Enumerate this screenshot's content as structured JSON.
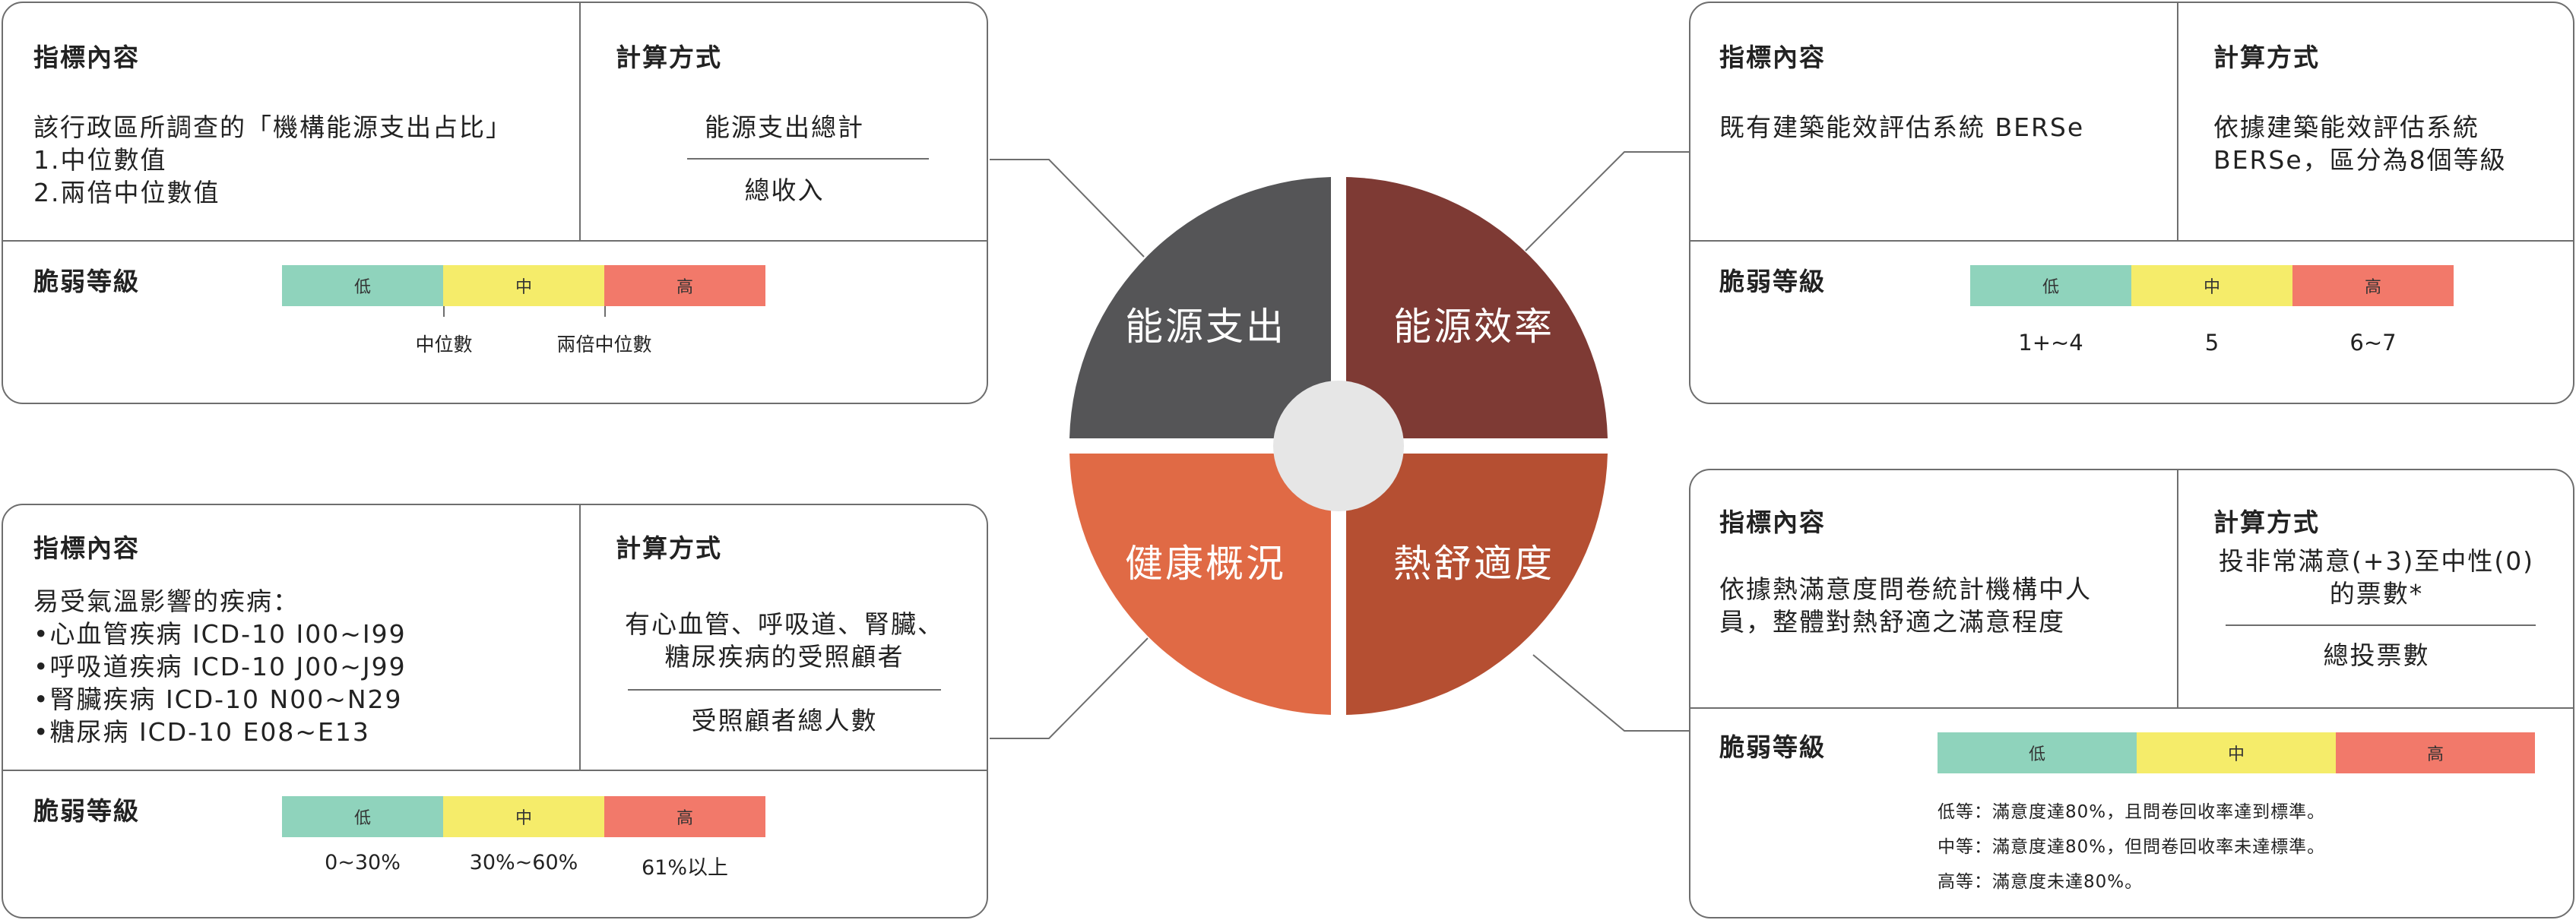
{
  "colors": {
    "low": "#8fd3bc",
    "mid": "#f5ec6a",
    "high": "#f2796a",
    "energy_cost": "#555557",
    "energy_efficiency": "#7e3a34",
    "health": "#e06a45",
    "thermal": "#b54f32",
    "hub": "#e6e6e6"
  },
  "wheel": {
    "q1": "能源支出",
    "q2": "能源效率",
    "q3": "健康概況",
    "q4": "熱舒適度"
  },
  "common": {
    "indicator": "指標內容",
    "method": "計算方式",
    "vulnerability": "脆弱等級",
    "low": "低",
    "mid": "中",
    "high": "高"
  },
  "card1": {
    "content": [
      "該行政區所調查的「機構能源支出占比」",
      "1.中位數值",
      "2.兩倍中位數值"
    ],
    "numerator": "能源支出總計",
    "denominator": "總收入",
    "tick1": "中位數",
    "tick2": "兩倍中位數"
  },
  "card2": {
    "content": "既有建築能效評估系統 BERSe",
    "method": [
      "依據建築能效評估系統",
      "BERSe，區分為8個等級"
    ],
    "label_low": "1+~4",
    "label_mid": "5",
    "label_high": "6~7"
  },
  "card3": {
    "content": [
      "易受氣溫影響的疾病：",
      "•心血管疾病 ICD-10 I00~I99",
      "•呼吸道疾病 ICD-10 J00~J99",
      "•腎臟疾病 ICD-10 N00~N29",
      "•糖尿病 ICD-10 E08~E13"
    ],
    "numerator": [
      "有心血管、呼吸道、腎臟、",
      "糖尿疾病的受照顧者"
    ],
    "denominator": "受照顧者總人數",
    "label_low": "0~30%",
    "label_mid": "30%~60%",
    "label_high": "61%以上"
  },
  "card4": {
    "content": [
      "依據熱滿意度問卷統計機構中人",
      "員，整體對熱舒適之滿意程度"
    ],
    "numerator": [
      "投非常滿意(+3)至中性(0)",
      "的票數*"
    ],
    "denominator": "總投票數",
    "notes": [
      "低等：滿意度達80%，且問卷回收率達到標準。",
      "中等：滿意度達80%，但問卷回收率未達標準。",
      "高等：滿意度未達80%。"
    ]
  }
}
